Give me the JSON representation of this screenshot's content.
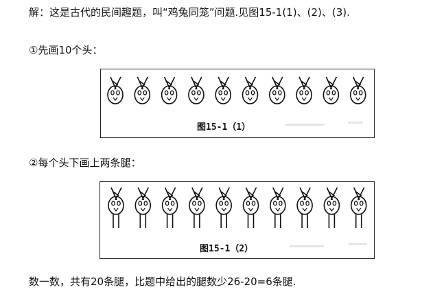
{
  "text": {
    "line1": "解：这是古代的民间趣题，叫“鸡兔同笼”问题.见图15-1(1)、(2)、(3).",
    "line2": "①先画10个头：",
    "line3": "②每个头下画上两条腿：",
    "line4": "数一数，共有20条腿，比题中给出的腿数少26-20=6条腿."
  },
  "figure1": {
    "caption": "图15-1（1）",
    "heads": 10,
    "legs": false
  },
  "figure2": {
    "caption": "图15-1（2）",
    "heads": 10,
    "legs": true
  },
  "colors": {
    "ink": "#111111",
    "border": "#222222"
  }
}
